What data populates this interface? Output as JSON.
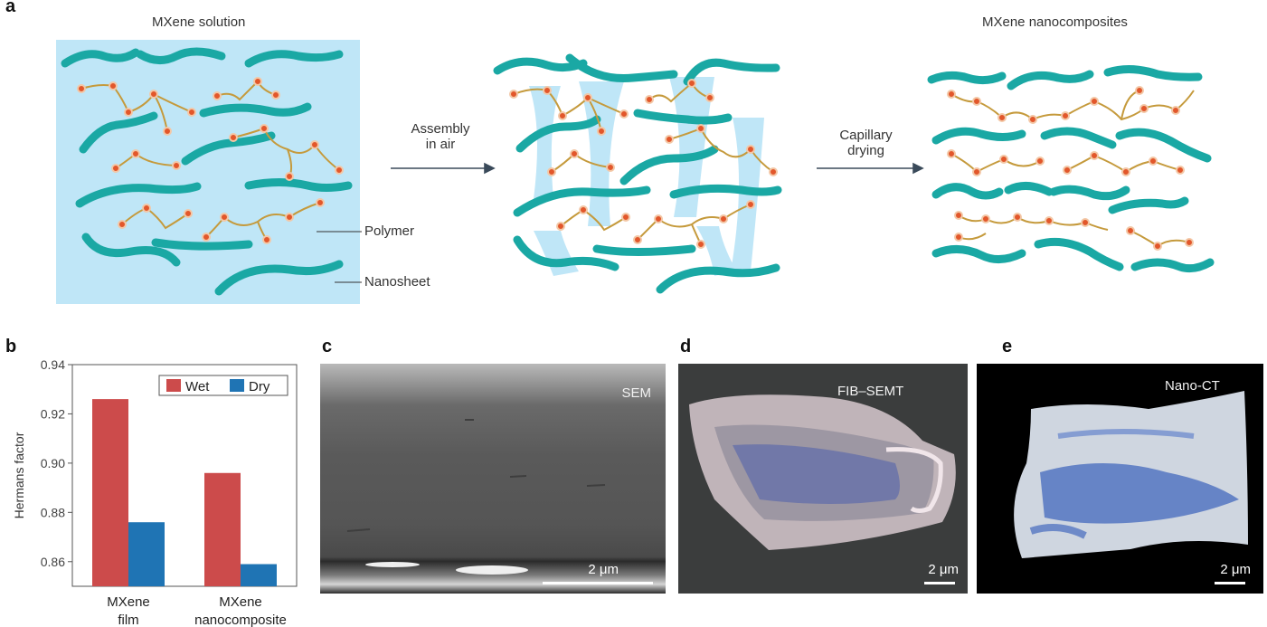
{
  "panel_a": {
    "letter": "a",
    "title_left": "MXene solution",
    "title_right": "MXene nanocomposites",
    "arrow1_label_line1": "Assembly",
    "arrow1_label_line2": "in air",
    "arrow2_label_line1": "Capillary",
    "arrow2_label_line2": "drying",
    "label_polymer": "Polymer",
    "label_nanosheet": "Nanosheet",
    "colors": {
      "nanosheet": "#1aa8a4",
      "polymer": "#c59a3c",
      "node": "#e2572b",
      "solution": "#bfe6f7"
    }
  },
  "panel_b": {
    "letter": "b"
  },
  "panel_c": {
    "letter": "c",
    "label": "SEM",
    "scalebar": "2 μm"
  },
  "panel_d": {
    "letter": "d",
    "label": "FIB–SEMT",
    "scalebar": "2 μm"
  },
  "panel_e": {
    "letter": "e",
    "label": "Nano-CT",
    "scalebar": "2 μm"
  },
  "chart_data": {
    "type": "bar",
    "categories": [
      "MXene film",
      "MXene nanocomposite"
    ],
    "category_lines": [
      [
        "MXene",
        "film"
      ],
      [
        "MXene",
        "nanocomposite"
      ]
    ],
    "series": [
      {
        "name": "Wet",
        "values": [
          0.926,
          0.896
        ],
        "color": "#cc4b4b"
      },
      {
        "name": "Dry",
        "values": [
          0.876,
          0.859
        ],
        "color": "#1f74b4"
      }
    ],
    "ylabel": "Hermans factor",
    "ylim": [
      0.85,
      0.94
    ],
    "yticks": [
      "0.86",
      "0.88",
      "0.90",
      "0.92",
      "0.94"
    ],
    "legend_position": "top-right"
  }
}
